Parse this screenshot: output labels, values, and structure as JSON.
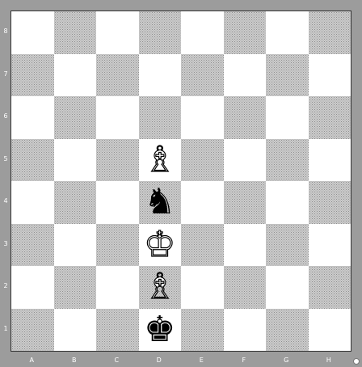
{
  "board": {
    "files": [
      "A",
      "B",
      "C",
      "D",
      "E",
      "F",
      "G",
      "H"
    ],
    "ranks": [
      "8",
      "7",
      "6",
      "5",
      "4",
      "3",
      "2",
      "1"
    ],
    "pieces": {
      "d5": {
        "glyph": "♗",
        "color": "white",
        "name": "white-bishop-icon"
      },
      "d4": {
        "glyph": "♞",
        "color": "black",
        "name": "black-knight-icon"
      },
      "d3": {
        "glyph": "♔",
        "color": "white",
        "name": "white-king-icon"
      },
      "d2": {
        "glyph": "♗",
        "color": "white",
        "name": "white-bishop-icon"
      },
      "d1": {
        "glyph": "♚",
        "color": "black",
        "name": "black-king-icon"
      }
    }
  },
  "colors": {
    "light_square": "#ffffff",
    "dark_square": "#c4c4c4",
    "frame": "#9c9c9c",
    "label": "#ffffff"
  }
}
